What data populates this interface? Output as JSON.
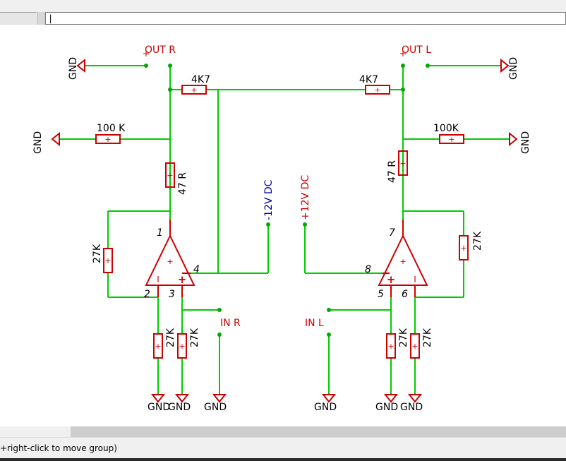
{
  "input_field": {
    "value": "|"
  },
  "status_bar": {
    "text": "+right-click to move group)"
  },
  "labels": {
    "out_r": "OUT R",
    "out_l": "OUT L",
    "in_r": "IN R",
    "in_l": "IN L",
    "neg_supply": "-12V DC",
    "pos_supply": "+12V DC",
    "gnd": "GND",
    "r_4k7": "4K7",
    "r_100k_left": "100 K",
    "r_100k_right": "100K",
    "r_47r": "47 R",
    "r_27k": "27K",
    "pin_1": "1",
    "pin_2": "2",
    "pin_3": "3",
    "pin_4": "4",
    "pin_5": "5",
    "pin_6": "6",
    "pin_7": "7",
    "pin_8": "8",
    "plus": "+",
    "minus": "I"
  },
  "colors": {
    "wire": "#00cc00",
    "component": "#cc0000",
    "node": "#00aa00",
    "neg_supply_text": "#0000aa",
    "text": "#000000"
  }
}
